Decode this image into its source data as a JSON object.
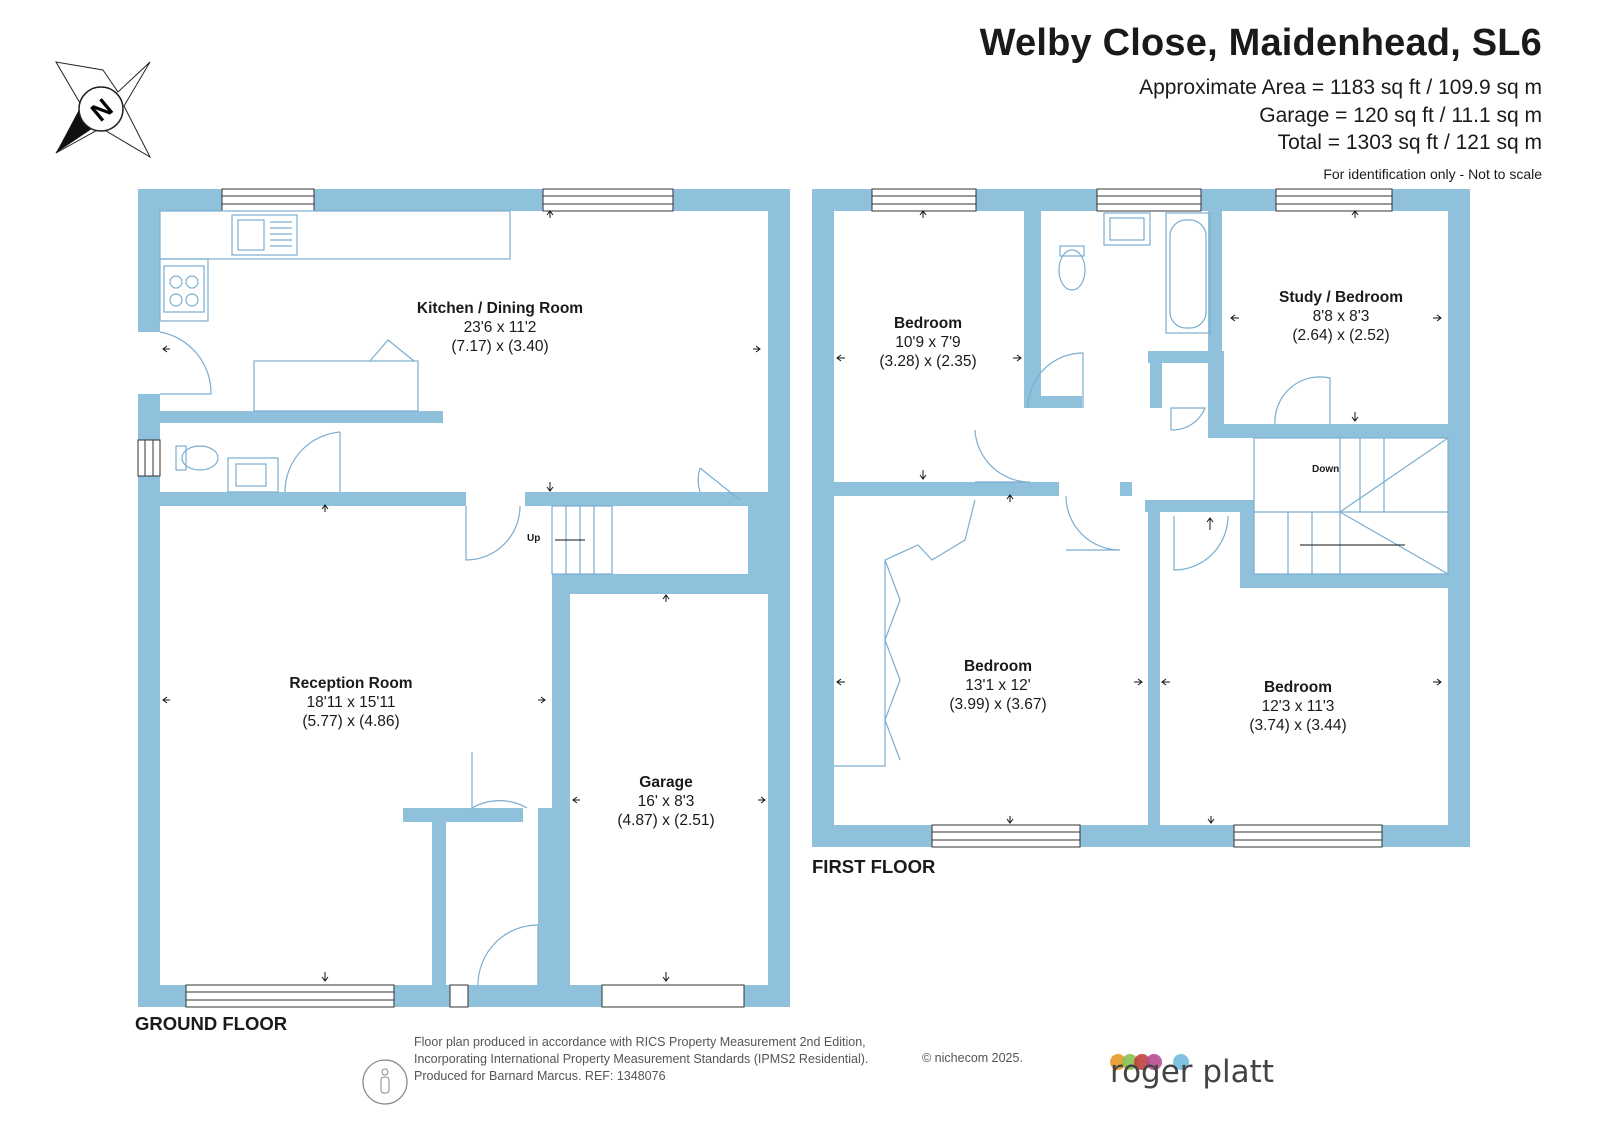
{
  "header": {
    "title": "Welby Close, Maidenhead, SL6",
    "approx_area": "Approximate Area = 1183 sq ft / 109.9 sq m",
    "garage_area": "Garage = 120 sq ft / 11.1 sq m",
    "total_area": "Total = 1303 sq ft / 121 sq m",
    "note": "For identification only - Not to scale"
  },
  "compass": {
    "letter": "N"
  },
  "ground_floor": {
    "label": "GROUND FLOOR",
    "stairs_label": "Up",
    "rooms": {
      "kitchen": {
        "name": "Kitchen / Dining Room",
        "imperial": "23'6 x 11'2",
        "metric": "(7.17) x (3.40)"
      },
      "reception": {
        "name": "Reception Room",
        "imperial": "18'11 x 15'11",
        "metric": "(5.77) x (4.86)"
      },
      "garage": {
        "name": "Garage",
        "imperial": "16' x 8'3",
        "metric": "(4.87) x (2.51)"
      }
    }
  },
  "first_floor": {
    "label": "FIRST FLOOR",
    "stairs_label": "Down",
    "rooms": {
      "bedroom1": {
        "name": "Bedroom",
        "imperial": "10'9 x 7'9",
        "metric": "(3.28) x (2.35)"
      },
      "study": {
        "name": "Study / Bedroom",
        "imperial": "8'8 x 8'3",
        "metric": "(2.64) x (2.52)"
      },
      "bedroom2": {
        "name": "Bedroom",
        "imperial": "13'1 x 12'",
        "metric": "(3.99) x (3.67)"
      },
      "bedroom3": {
        "name": "Bedroom",
        "imperial": "12'3 x 11'3",
        "metric": "(3.74) x (3.44)"
      }
    }
  },
  "footer": {
    "line1": "Floor plan produced in accordance with RICS Property Measurement 2nd Edition,",
    "line2": "Incorporating International Property Measurement Standards (IPMS2 Residential).",
    "line3": "Produced for Barnard Marcus.   REF:  1348076",
    "copyright": "© nichecom 2025.",
    "brand": "roger platt"
  },
  "colors": {
    "wall": "#8fc1dc",
    "text": "#1a1a1a",
    "logo_dots": [
      "#e8a33d",
      "#88c24f",
      "#c0403c",
      "#b44d8f",
      "#7fc3e0"
    ]
  }
}
